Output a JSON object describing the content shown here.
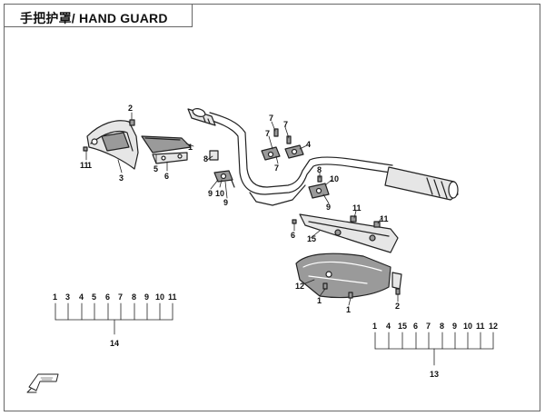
{
  "title": "手把护罩/ HAND GUARD",
  "callouts": {
    "c2a": "2",
    "c11a": "11",
    "c1a": "1",
    "c3": "3",
    "c5": "5",
    "c6": "6",
    "c8": "8",
    "c9a": "9",
    "c10a": "10",
    "c9b": "9",
    "c7a": "7",
    "c7b": "7",
    "c7c": "7",
    "c7d": "7",
    "c4": "4",
    "c8b": "8",
    "c10b": "10",
    "c9c": "9",
    "c11b": "11",
    "c11c": "11",
    "c6b": "6",
    "c15": "15",
    "c12": "12",
    "c1b": "1",
    "c1c": "1",
    "c2b": "2"
  },
  "kit14": {
    "label": "14",
    "items": [
      "1",
      "3",
      "4",
      "5",
      "6",
      "7",
      "8",
      "9",
      "10",
      "11"
    ]
  },
  "kit13": {
    "label": "13",
    "items": [
      "1",
      "4",
      "15",
      "6",
      "7",
      "8",
      "9",
      "10",
      "11",
      "12"
    ]
  },
  "colors": {
    "line": "#222222",
    "fill_dark": "#9a9a9a",
    "fill_light": "#e6e6e6",
    "frame": "#666666"
  }
}
